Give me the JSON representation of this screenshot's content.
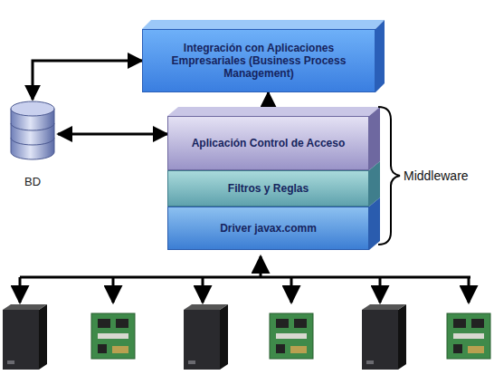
{
  "diagram": {
    "nodes": [
      {
        "text": [
          "Integración con Aplicaciones Empresariales (Business Process Management)"
        ]
      },
      {
        "text": [
          "BD"
        ]
      },
      {
        "text": [
          "Aplicación Control de Acceso"
        ]
      },
      {
        "text": [
          "Filtros y Reglas"
        ]
      },
      {
        "text": [
          "Driver javax.comm"
        ]
      }
    ],
    "edges": [
      {
        "from": 2,
        "to": 0,
        "arrow": "to"
      },
      {
        "from": 1,
        "to": 0,
        "arrow": "both"
      },
      {
        "from": 1,
        "to": 2,
        "arrow": "both"
      }
    ],
    "labels": [
      "Middleware"
    ]
  }
}
